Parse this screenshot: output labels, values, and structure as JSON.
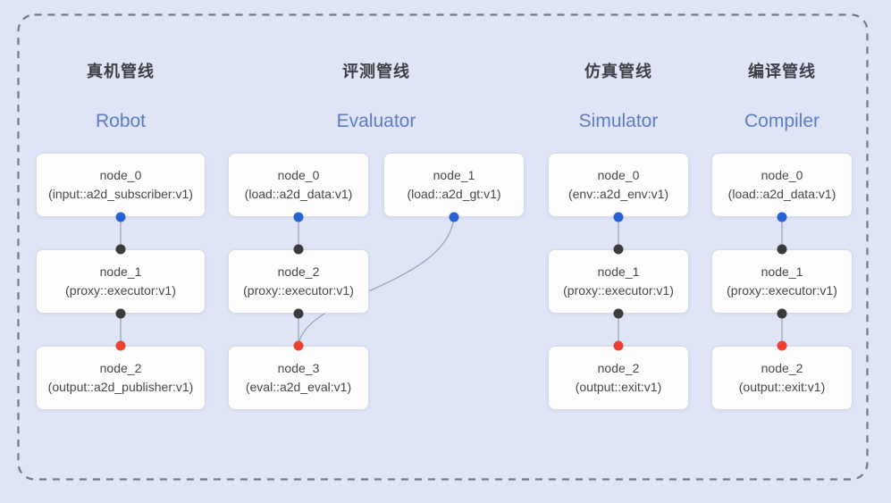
{
  "colors": {
    "bg": "#dfe5f6",
    "box_fill": "#fdfdfe",
    "box_border": "#d5d9e2",
    "dash_border": "#757983",
    "edge": "#98a0b4",
    "subtitle": "#5b7cc5",
    "title": "#3e4045",
    "source_port": "#2563d4",
    "proxy_port": "#3b3b3b",
    "sink_port": "#ee4030"
  },
  "pipelines": [
    {
      "title_zh": "真机管线",
      "title_en": "Robot",
      "nodes": [
        {
          "name": "node_0",
          "type": "(input::a2d_subscriber:v1)"
        },
        {
          "name": "node_1",
          "type": "(proxy::executor:v1)"
        },
        {
          "name": "node_2",
          "type": "(output::a2d_publisher:v1)"
        }
      ],
      "edges": [
        "node_0 -> node_1",
        "node_1 -> node_2"
      ]
    },
    {
      "title_zh": "评测管线",
      "title_en": "Evaluator",
      "nodes": [
        {
          "name": "node_0",
          "type": "(load::a2d_data:v1)"
        },
        {
          "name": "node_1",
          "type": "(load::a2d_gt:v1)"
        },
        {
          "name": "node_2",
          "type": "(proxy::executor:v1)"
        },
        {
          "name": "node_3",
          "type": "(eval::a2d_eval:v1)"
        }
      ],
      "edges": [
        "node_0 -> node_2",
        "node_2 -> node_3",
        "node_1 -> node_3"
      ]
    },
    {
      "title_zh": "仿真管线",
      "title_en": "Simulator",
      "nodes": [
        {
          "name": "node_0",
          "type": "(env::a2d_env:v1)"
        },
        {
          "name": "node_1",
          "type": "(proxy::executor:v1)"
        },
        {
          "name": "node_2",
          "type": "(output::exit:v1)"
        }
      ],
      "edges": [
        "node_0 -> node_1",
        "node_1 -> node_2"
      ]
    },
    {
      "title_zh": "编译管线",
      "title_en": "Compiler",
      "nodes": [
        {
          "name": "node_0",
          "type": "(load::a2d_data:v1)"
        },
        {
          "name": "node_1",
          "type": "(proxy::executor:v1)"
        },
        {
          "name": "node_2",
          "type": "(output::exit:v1)"
        }
      ],
      "edges": [
        "node_0 -> node_1",
        "node_1 -> node_2"
      ]
    }
  ]
}
